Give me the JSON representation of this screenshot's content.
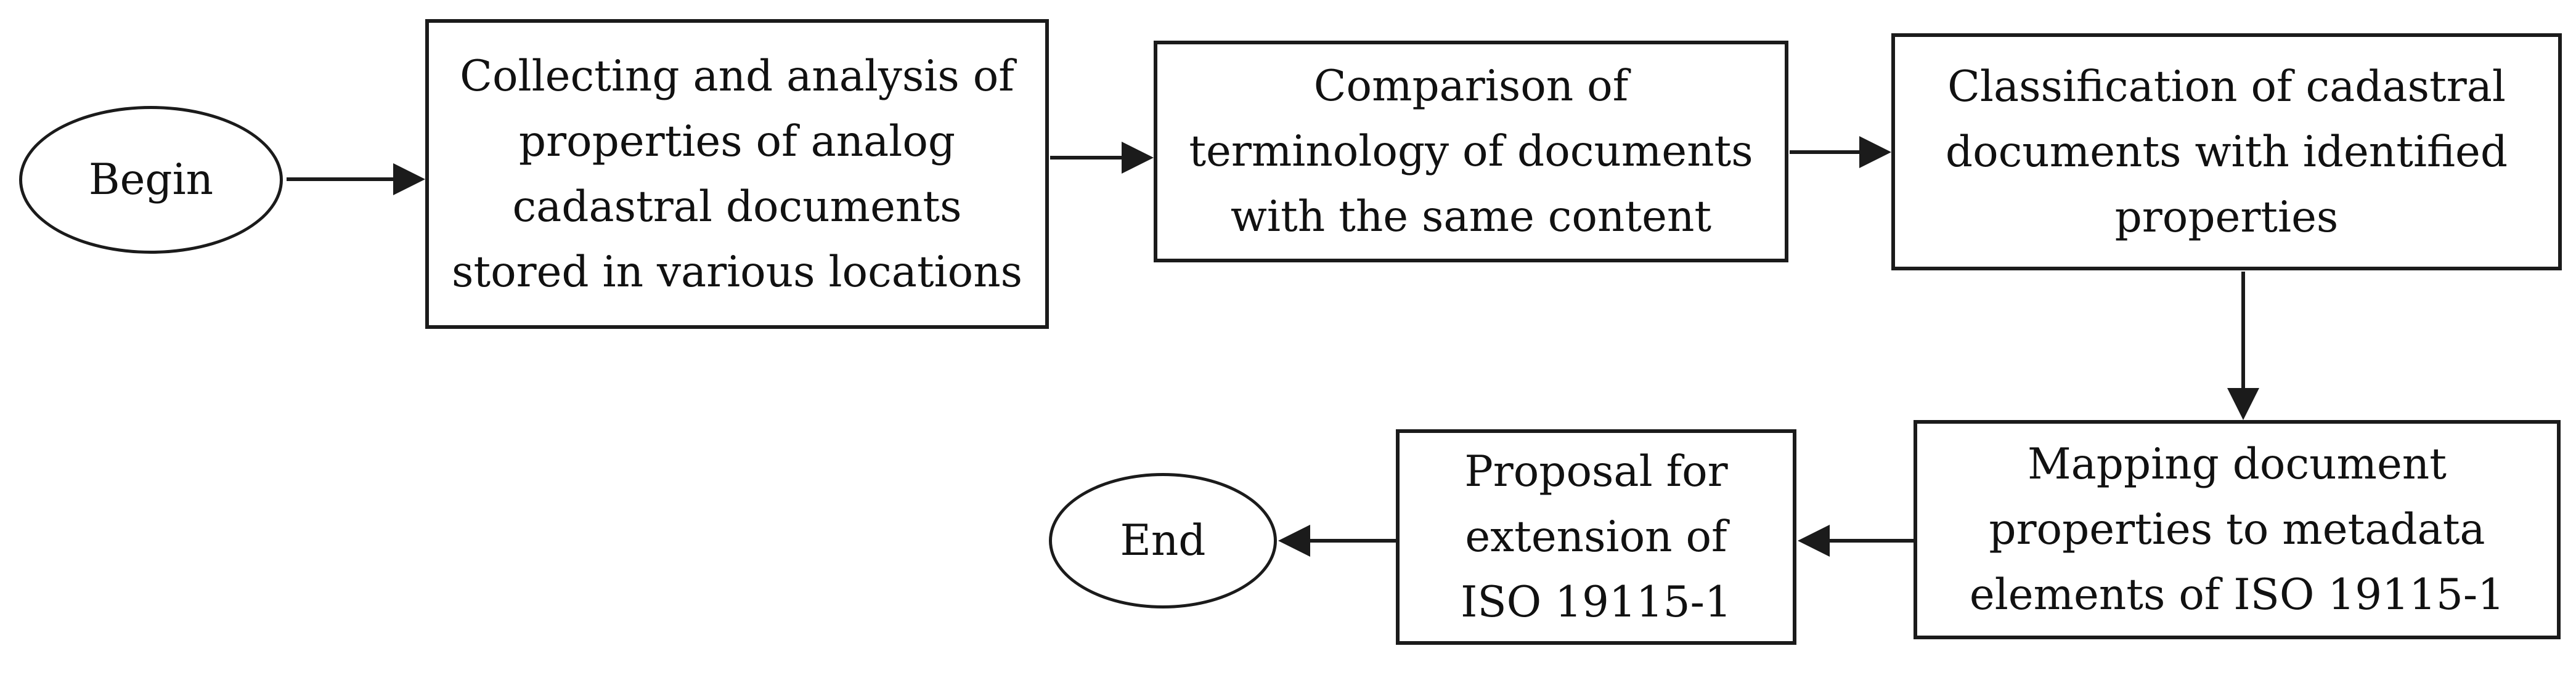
{
  "colors": {
    "background": "#ffffff",
    "stroke": "#1b1b1b",
    "text": "#111111"
  },
  "nodes": {
    "begin": {
      "shape": "ellipse",
      "label": "Begin"
    },
    "collecting": {
      "shape": "rect",
      "label": "Collecting and analysis of\nproperties of analog\ncadastral documents\nstored in various locations"
    },
    "comparison": {
      "shape": "rect",
      "label": "Comparison of\nterminology of documents\nwith the same content"
    },
    "classification": {
      "shape": "rect",
      "label": "Classification of cadastral\ndocuments with identified\nproperties"
    },
    "mapping": {
      "shape": "rect",
      "label": "Mapping document\nproperties to metadata\nelements of ISO 19115-1"
    },
    "proposal": {
      "shape": "rect",
      "label": "Proposal for\nextension of\nISO 19115-1"
    },
    "end": {
      "shape": "ellipse",
      "label": "End"
    }
  },
  "edges": [
    {
      "from": "begin",
      "to": "collecting",
      "direction": "right"
    },
    {
      "from": "collecting",
      "to": "comparison",
      "direction": "right"
    },
    {
      "from": "comparison",
      "to": "classification",
      "direction": "right"
    },
    {
      "from": "classification",
      "to": "mapping",
      "direction": "down"
    },
    {
      "from": "mapping",
      "to": "proposal",
      "direction": "left"
    },
    {
      "from": "proposal",
      "to": "end",
      "direction": "left"
    }
  ]
}
